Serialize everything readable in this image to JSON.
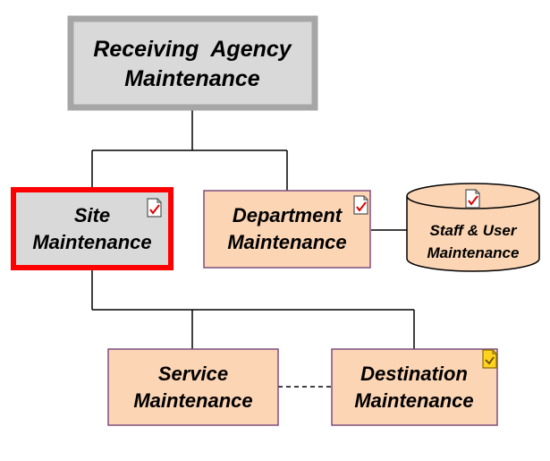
{
  "colors": {
    "gray_fill": "#d9d9d9",
    "gray_border": "#a6a6a6",
    "peach_fill": "#fcd5b4",
    "peach_border": "#7f4f7f",
    "selected_border": "#ff0000",
    "connector": "#000000"
  },
  "nodes": {
    "receiving_agency": {
      "line1": "Receiving  Agency",
      "line2": "Maintenance"
    },
    "site": {
      "line1": "Site",
      "line2": "Maintenance",
      "icon": "document-check-icon"
    },
    "department": {
      "line1": "Department",
      "line2": "Maintenance",
      "icon": "document-check-icon"
    },
    "staff_user": {
      "line1": "Staff & User",
      "line2": "Maintenance",
      "icon": "document-check-icon"
    },
    "service": {
      "line1": "Service",
      "line2": "Maintenance"
    },
    "destination": {
      "line1": "Destination",
      "line2": "Maintenance",
      "icon": "document-yellow-icon"
    }
  }
}
